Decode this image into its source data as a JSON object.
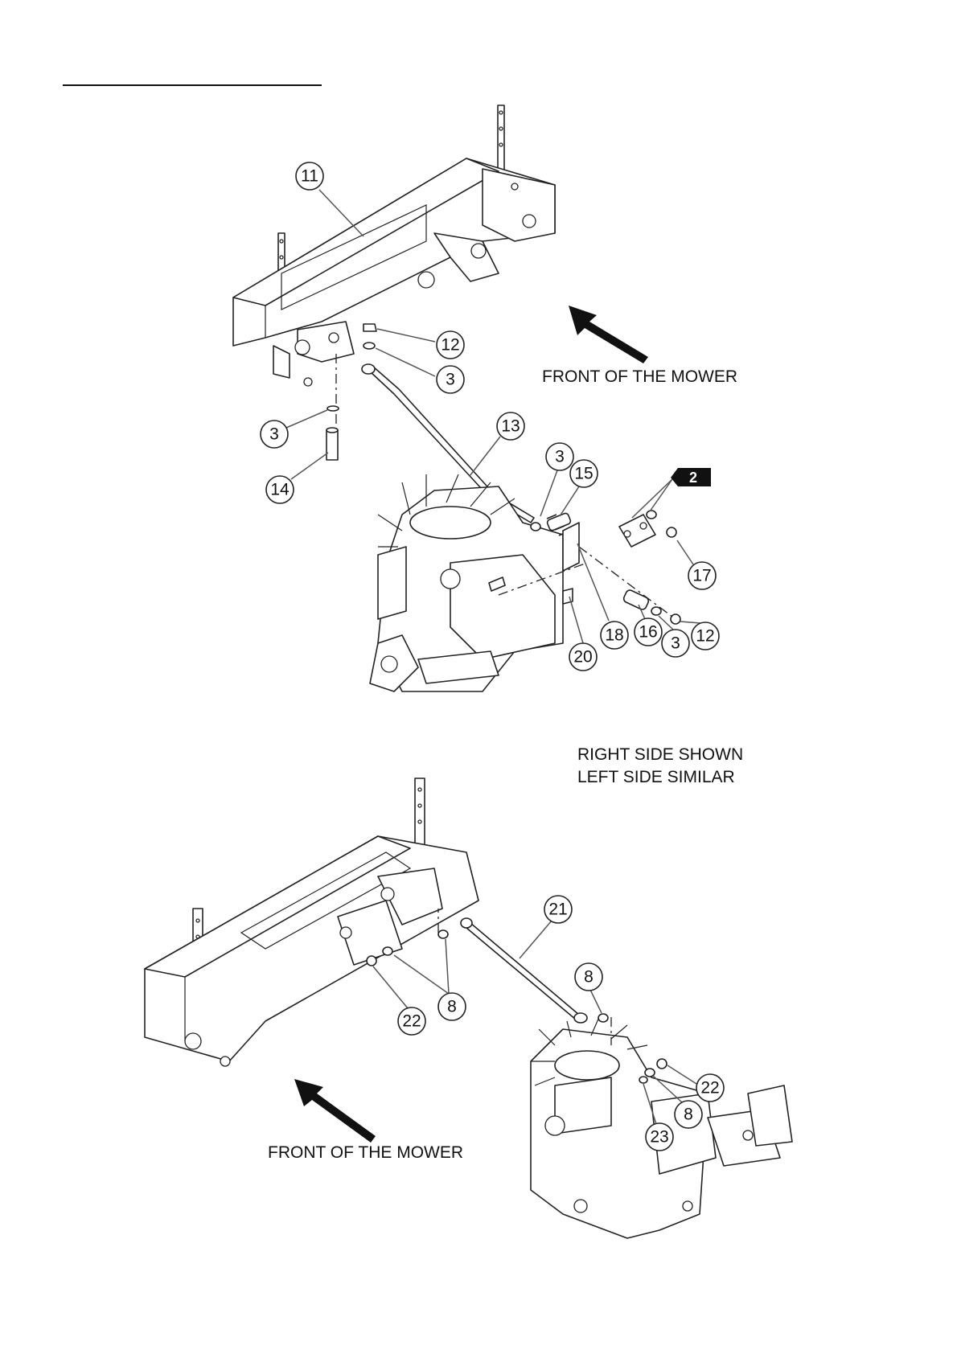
{
  "upper_view": {
    "direction_label": "FRONT OF THE MOWER",
    "callouts": [
      "11",
      "12",
      "3",
      "3",
      "14",
      "13",
      "3",
      "15",
      "17",
      "18",
      "20",
      "16",
      "3",
      "12"
    ],
    "badge_label": "2"
  },
  "side_note": {
    "line1": "RIGHT SIDE SHOWN",
    "line2": "LEFT SIDE SIMILAR"
  },
  "lower_view": {
    "direction_label": "FRONT OF THE MOWER",
    "callouts": [
      "21",
      "8",
      "22",
      "8",
      "22",
      "8",
      "23"
    ]
  }
}
